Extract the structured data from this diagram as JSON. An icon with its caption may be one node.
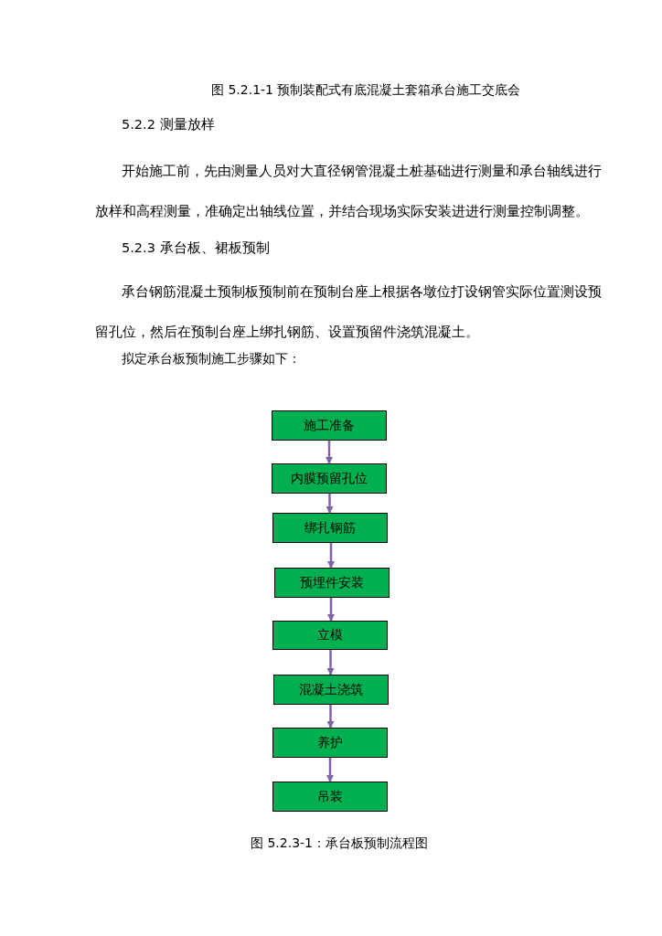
{
  "diagram": {
    "caption": "图 5.2.3-1：承台板预制流程图",
    "nodes": [
      {
        "text": [
          "施工准备"
        ]
      },
      {
        "text": [
          "内膜预留孔位"
        ]
      },
      {
        "text": [
          "绑扎钢筋"
        ]
      },
      {
        "text": [
          "预埋件安装"
        ]
      },
      {
        "text": [
          "立模"
        ]
      },
      {
        "text": [
          "混凝土浇筑"
        ]
      },
      {
        "text": [
          "养护"
        ]
      },
      {
        "text": [
          "吊装"
        ]
      }
    ],
    "edges": [
      {
        "from": 0,
        "to": 1,
        "arrow": "to"
      },
      {
        "from": 1,
        "to": 2,
        "arrow": "to"
      },
      {
        "from": 2,
        "to": 3,
        "arrow": "to"
      },
      {
        "from": 3,
        "to": 4,
        "arrow": "to"
      },
      {
        "from": 4,
        "to": 5,
        "arrow": "to"
      },
      {
        "from": 5,
        "to": 6,
        "arrow": "to"
      },
      {
        "from": 6,
        "to": 7,
        "arrow": "to"
      }
    ],
    "labels": [
      "图 5.2.1-1  预制装配式有底混凝土套箱承台施工交底会",
      "5.2.2  测量放样",
      "开始施工前，先由测量人员对大直径钢管混凝土桩基础进行测量和承台轴线进行放样和高程测量，准确定出轴线位置，并结合现场实际安装进进行测量控制调整。",
      "5.2.3  承台板、裙板预制",
      "承台钢筋混凝土预制板预制前在预制台座上根据各墩位打设钢管实际位置测设预留孔位，然后在预制台座上绑扎钢筋、设置预留件浇筑混凝土。",
      "拟定承台板预制施工步骤如下："
    ]
  }
}
